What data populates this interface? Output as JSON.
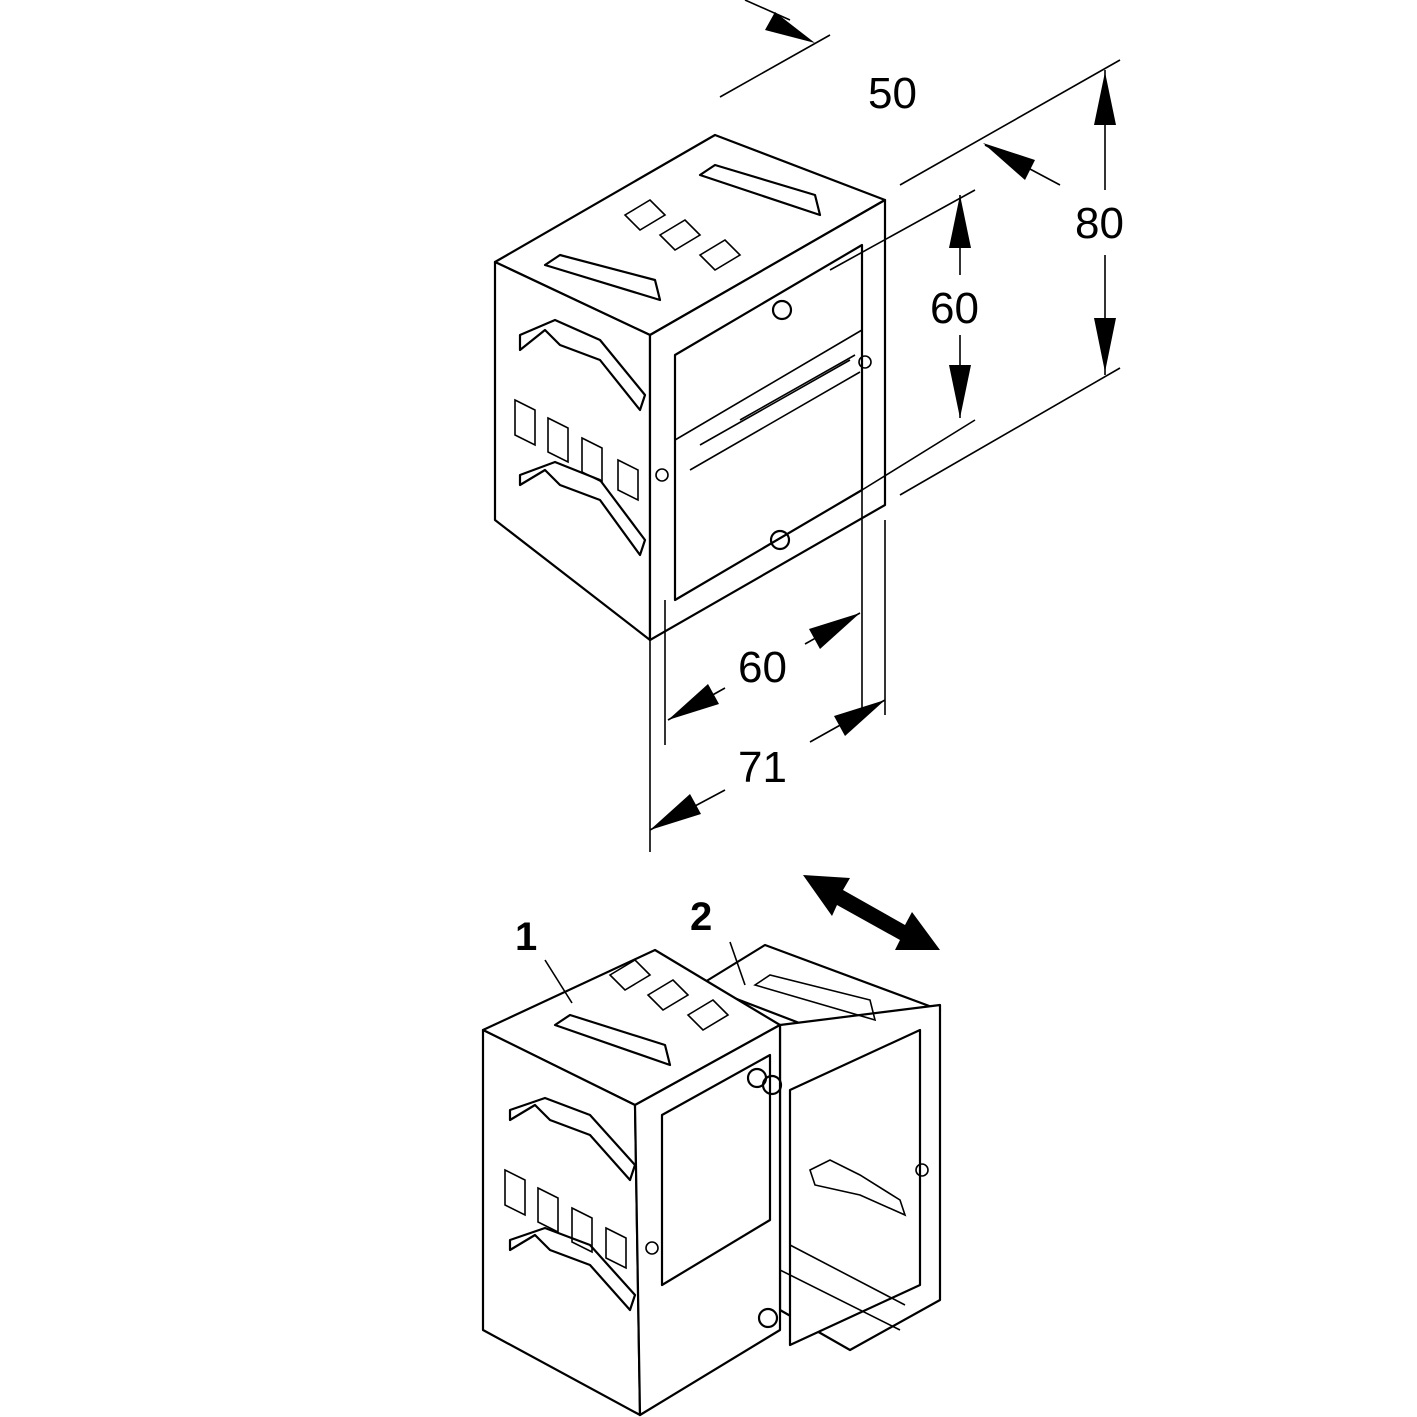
{
  "drawing": {
    "dimensions": {
      "depth": "50",
      "total_height": "80",
      "inner_height": "60",
      "inner_width": "60",
      "total_width": "71"
    },
    "position_labels": {
      "part1": "1",
      "part2": "2"
    },
    "line_color": "#000000",
    "background_color": "#ffffff"
  }
}
